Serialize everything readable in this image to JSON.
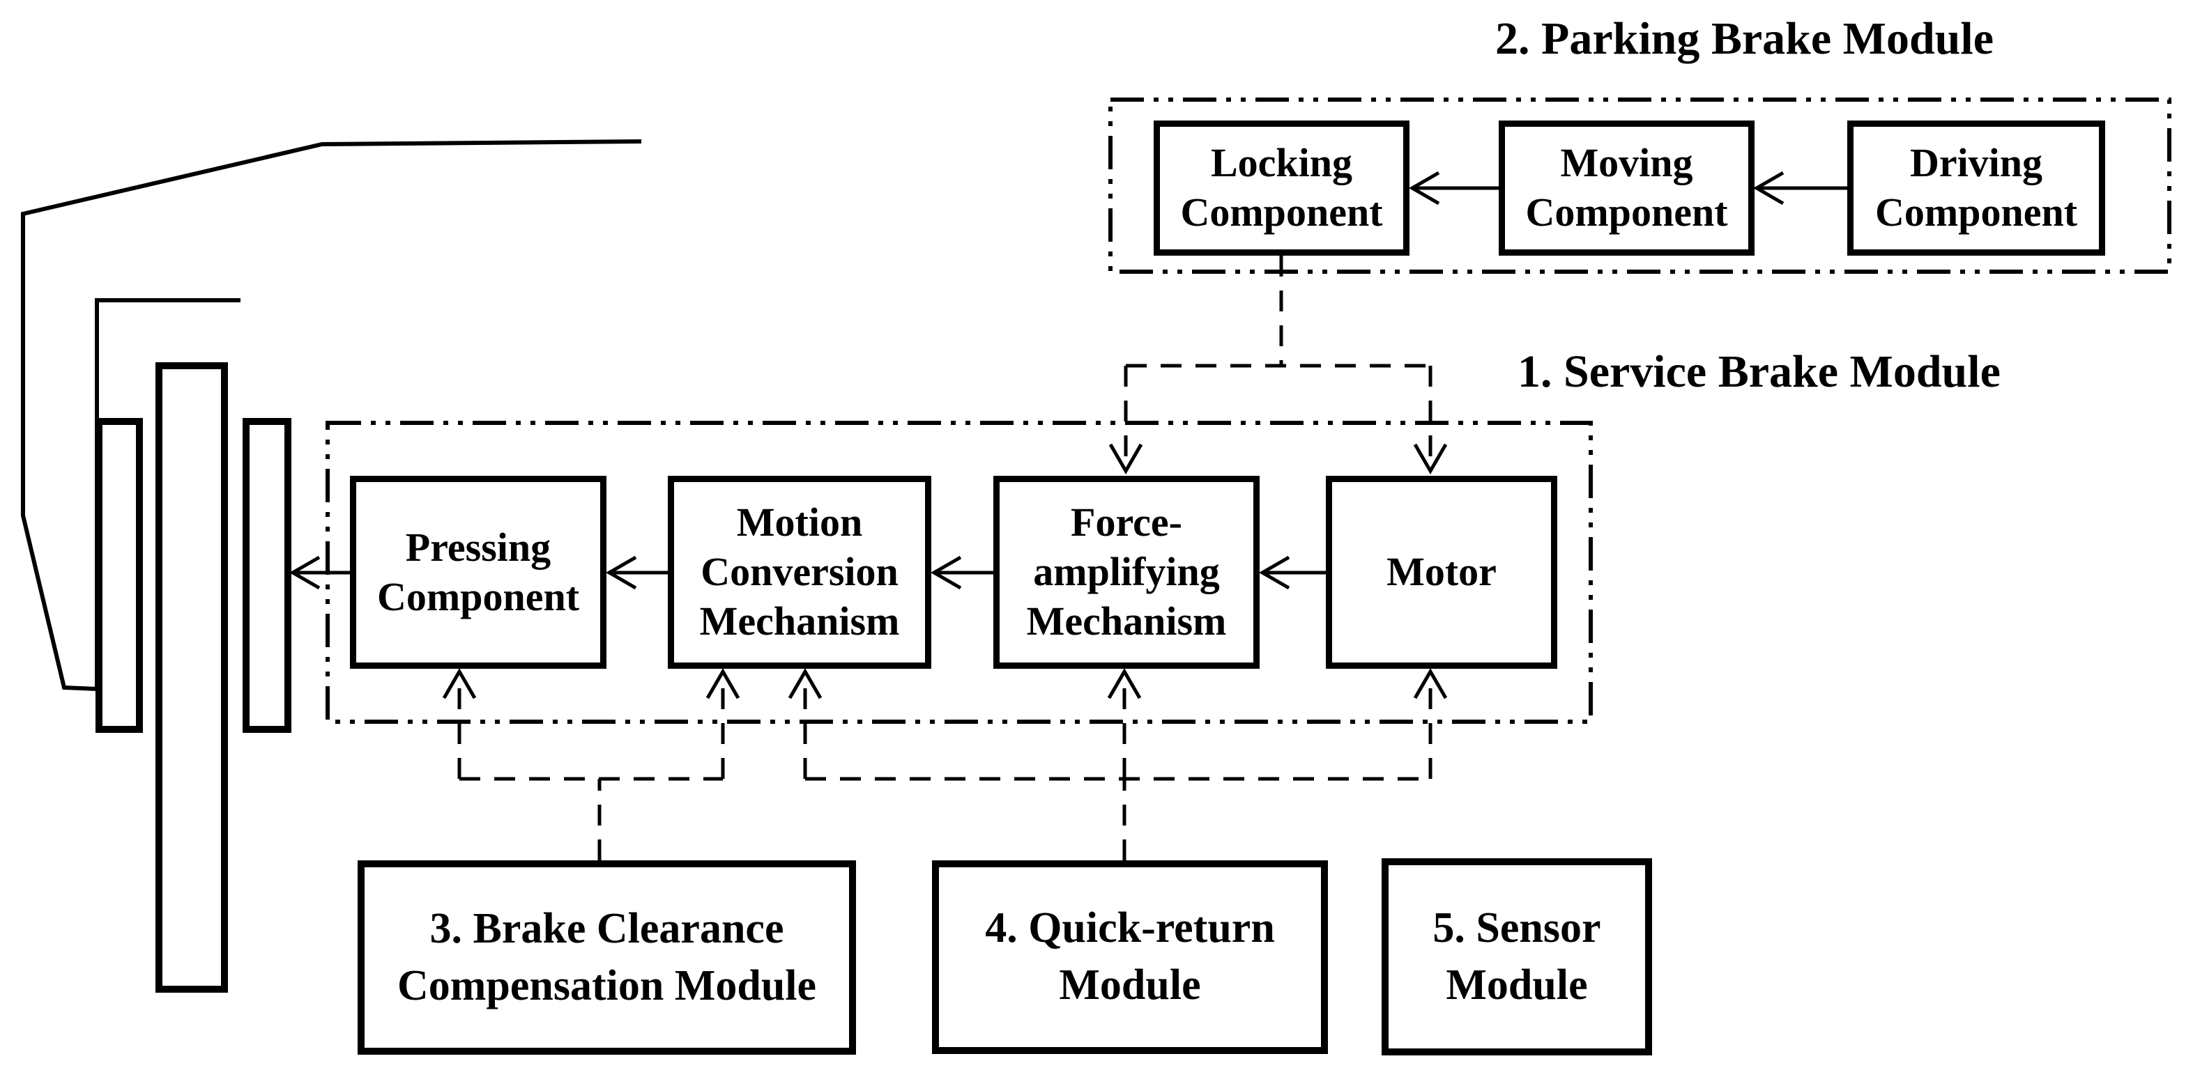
{
  "colors": {
    "ink": "#000000",
    "paper": "#ffffff"
  },
  "parking": {
    "title": "2. Parking Brake Module",
    "boxes": [
      {
        "id": "locking-component",
        "lines": [
          "Locking",
          "Component"
        ]
      },
      {
        "id": "moving-component",
        "lines": [
          "Moving",
          "Component"
        ]
      },
      {
        "id": "driving-component",
        "lines": [
          "Driving",
          "Component"
        ]
      }
    ]
  },
  "service": {
    "title": "1. Service Brake Module",
    "boxes": [
      {
        "id": "pressing-component",
        "lines": [
          "Pressing",
          "Component"
        ]
      },
      {
        "id": "motion-conversion-mechanism",
        "lines": [
          "Motion",
          "Conversion",
          "Mechanism"
        ]
      },
      {
        "id": "force-amplifying-mechanism",
        "lines": [
          "Force-",
          "amplifying",
          "Mechanism"
        ]
      },
      {
        "id": "motor",
        "lines": [
          "Motor"
        ]
      }
    ]
  },
  "bottom": {
    "boxes": [
      {
        "id": "brake-clearance-compensation-module",
        "lines": [
          "3. Brake Clearance",
          "Compensation Module"
        ]
      },
      {
        "id": "quick-return-module",
        "lines": [
          "4. Quick-return",
          "Module"
        ]
      },
      {
        "id": "sensor-module",
        "lines": [
          "5. Sensor",
          "Module"
        ]
      }
    ]
  },
  "connections": [
    {
      "from": "Driving Component",
      "to": "Moving Component",
      "style": "solid-arrow"
    },
    {
      "from": "Moving Component",
      "to": "Locking Component",
      "style": "solid-arrow"
    },
    {
      "from": "Locking Component",
      "to": "Force-amplifying Mechanism",
      "style": "dashed-arrow"
    },
    {
      "from": "Locking Component",
      "to": "Motor",
      "style": "dashed-arrow"
    },
    {
      "from": "Motor",
      "to": "Force-amplifying Mechanism",
      "style": "solid-arrow"
    },
    {
      "from": "Force-amplifying Mechanism",
      "to": "Motion Conversion Mechanism",
      "style": "solid-arrow"
    },
    {
      "from": "Motion Conversion Mechanism",
      "to": "Pressing Component",
      "style": "solid-arrow"
    },
    {
      "from": "Pressing Component",
      "to": "Brake disc and pads sketch",
      "style": "solid-arrow"
    },
    {
      "from": "3. Brake Clearance Compensation Module",
      "to": "Pressing Component",
      "style": "dashed-arrow"
    },
    {
      "from": "3. Brake Clearance Compensation Module",
      "to": "Motion Conversion Mechanism",
      "style": "dashed-arrow"
    },
    {
      "from": "4. Quick-return Module",
      "to": "Motion Conversion Mechanism",
      "style": "dashed-arrow"
    },
    {
      "from": "4. Quick-return Module",
      "to": "Force-amplifying Mechanism",
      "style": "dashed-arrow"
    },
    {
      "from": "4. Quick-return Module",
      "to": "Motor",
      "style": "dashed-arrow"
    }
  ]
}
